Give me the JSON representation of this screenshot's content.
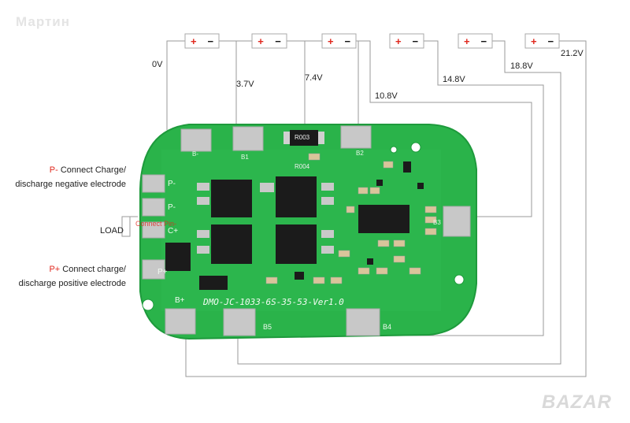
{
  "watermark": "Мартин",
  "brand_watermark": "BAZAR",
  "cells": [
    {
      "plus": "+",
      "minus": "−"
    },
    {
      "plus": "+",
      "minus": "−"
    },
    {
      "plus": "+",
      "minus": "−"
    },
    {
      "plus": "+",
      "minus": "−"
    },
    {
      "plus": "+",
      "minus": "−"
    },
    {
      "plus": "+",
      "minus": "−"
    }
  ],
  "voltages": [
    "0V",
    "3.7V",
    "7.4V",
    "10.8V",
    "14.8V",
    "18.8V",
    "21.2V"
  ],
  "left_labels": {
    "p_minus_prefix": "P-",
    "p_minus_line1": " Connect Charge/",
    "p_minus_line2": "discharge negative electrode",
    "load": "LOAD",
    "p_plus_prefix": "P+",
    "p_plus_line1": " Connect charge/",
    "p_plus_line2": "discharge positive electrode"
  },
  "board": {
    "pad_labels": [
      "B-",
      "B1",
      "B2",
      "B3",
      "P-",
      "P-",
      "C+",
      "P+",
      "B+",
      "B5",
      "B4"
    ],
    "resistor_top": "R003",
    "resistor_small": "R004",
    "silkscreen": "DMO-JC-1033-6S-35-53-Ver1.0",
    "overlay_text": "Connect Pin-"
  },
  "colors": {
    "board": "#2ab34a",
    "board_dark": "#1e9a3c",
    "pad": "#c8c8c8",
    "wire": "#9a9a9a",
    "accent_red": "#e0281e"
  }
}
